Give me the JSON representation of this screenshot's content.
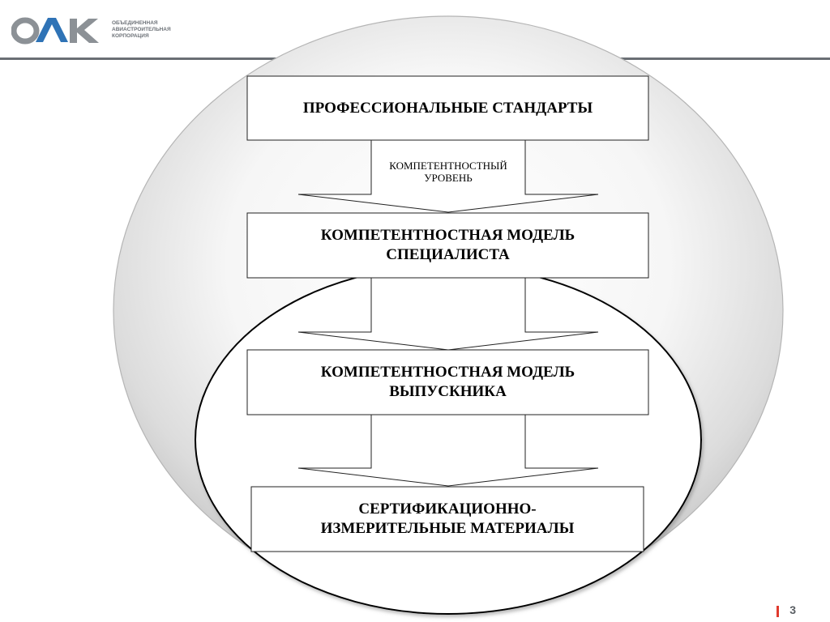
{
  "header": {
    "logo_text": "OAK",
    "logo_caption": [
      "ОБЪЕДИНЕННАЯ",
      "АВИАСТРОИТЕЛЬНАЯ",
      "КОРПОРАЦИЯ"
    ],
    "accent_color": "#2f73b6",
    "logo_gray": "#8c9196"
  },
  "diagram": {
    "boxes": [
      {
        "label": "ПРОФЕССИОНАЛЬНЫЕ СТАНДАРТЫ"
      },
      {
        "label": "КОМПЕТЕНТНОСТНАЯ МОДЕЛЬ\nСПЕЦИАЛИСТА"
      },
      {
        "label": "КОМПЕТЕНТНОСТНАЯ МОДЕЛЬ\nВЫПУСКНИКА"
      },
      {
        "label": "СЕРТИФИКАЦИОННО-\nИЗМЕРИТЕЛЬНЫЕ МАТЕРИАЛЫ"
      }
    ],
    "arrows": [
      {
        "label": "КОМПЕТЕНТНОСТНЫЙ\nУРОВЕНЬ"
      },
      {
        "label": ""
      },
      {
        "label": ""
      }
    ]
  },
  "footer": {
    "page_number": "3",
    "accent_color": "#e03a2e"
  }
}
